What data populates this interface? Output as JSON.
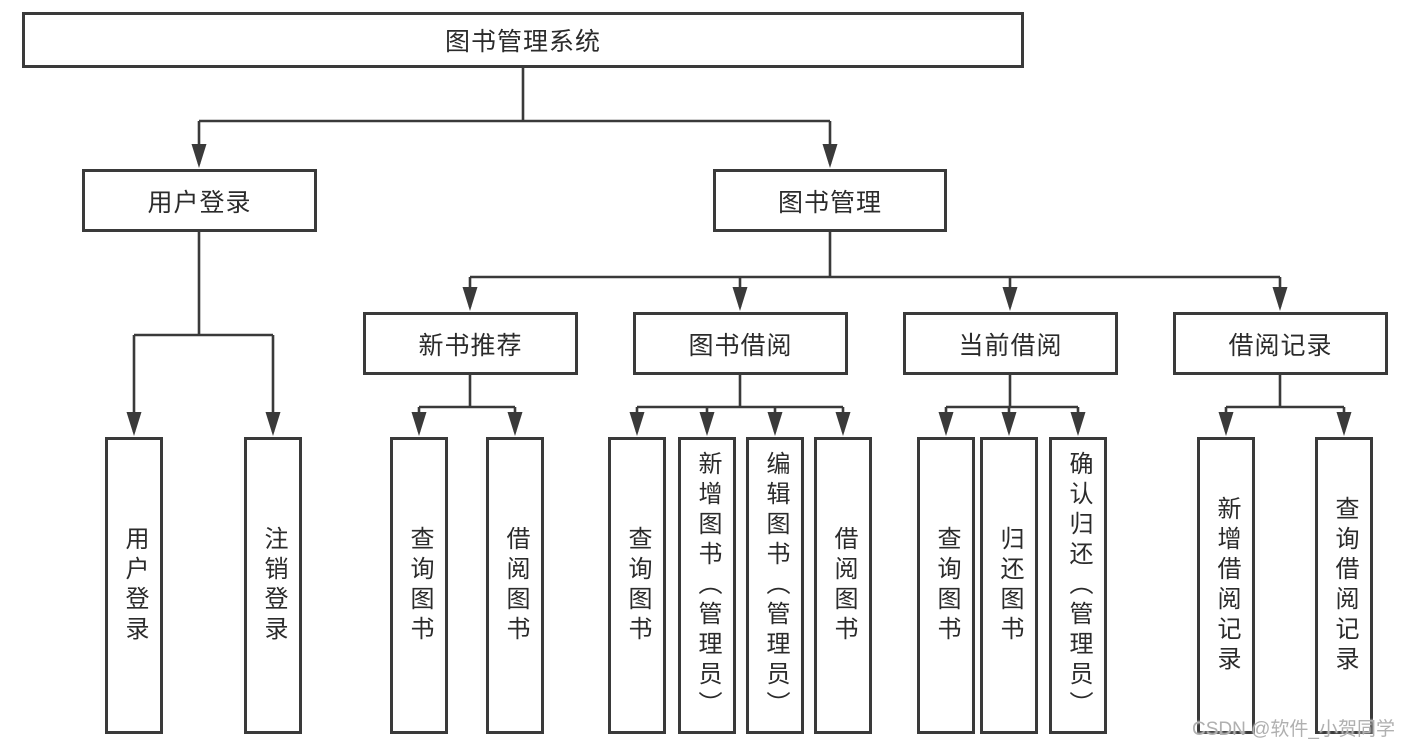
{
  "tree": {
    "label": "图书管理系统",
    "children": [
      {
        "label": "用户登录",
        "children": [
          {
            "label": "用户登录"
          },
          {
            "label": "注销登录"
          }
        ]
      },
      {
        "label": "图书管理",
        "children": [
          {
            "label": "新书推荐",
            "children": [
              {
                "label": "查询图书"
              },
              {
                "label": "借阅图书"
              }
            ]
          },
          {
            "label": "图书借阅",
            "children": [
              {
                "label": "查询图书"
              },
              {
                "label": "新增图书（管理员）"
              },
              {
                "label": "编辑图书（管理员）"
              },
              {
                "label": "借阅图书"
              }
            ]
          },
          {
            "label": "当前借阅",
            "children": [
              {
                "label": "查询图书"
              },
              {
                "label": "归还图书"
              },
              {
                "label": "确认归还（管理员）"
              }
            ]
          },
          {
            "label": "借阅记录",
            "children": [
              {
                "label": "新增借阅记录"
              },
              {
                "label": "查询借阅记录"
              }
            ]
          }
        ]
      }
    ]
  },
  "watermark": "CSDN @软件_小贺同学",
  "colors": {
    "background": "#ffffff",
    "line": "#3a3a3a",
    "box_border": "#3a3a3a",
    "label_text": "#2b2b2b",
    "watermark": "#b0b0b0"
  }
}
